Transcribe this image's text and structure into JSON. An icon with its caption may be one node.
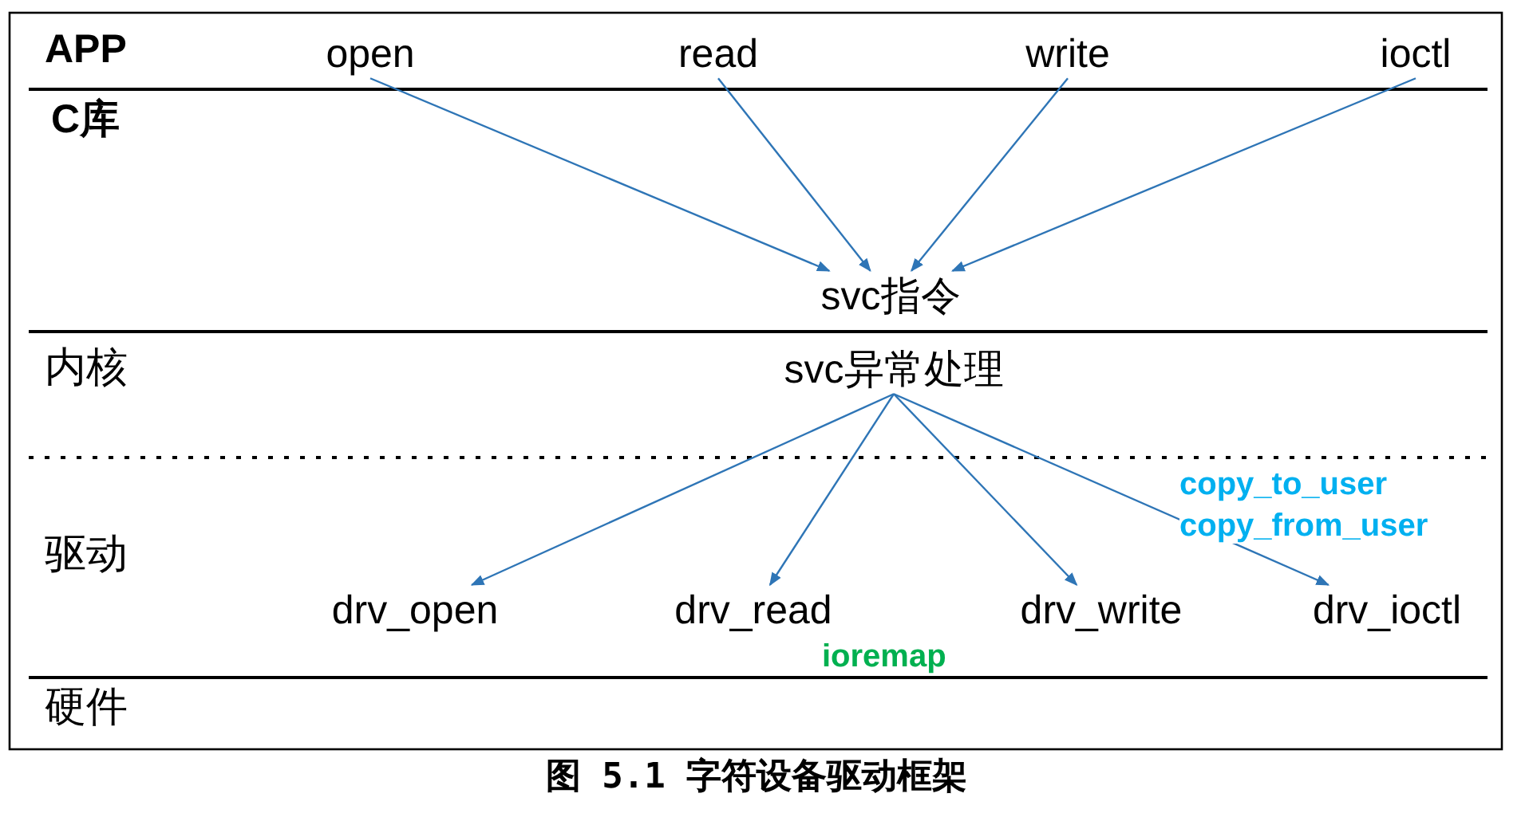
{
  "diagram": {
    "caption": "图 5.1 字符设备驱动框架",
    "nodes": [
      {
        "text": [
          "open"
        ]
      },
      {
        "text": [
          "read"
        ]
      },
      {
        "text": [
          "write"
        ]
      },
      {
        "text": [
          "ioctl"
        ]
      },
      {
        "text": [
          "svc指令"
        ]
      },
      {
        "text": [
          "svc异常处理"
        ]
      },
      {
        "text": [
          "drv_open"
        ]
      },
      {
        "text": [
          "drv_read"
        ]
      },
      {
        "text": [
          "drv_write"
        ]
      },
      {
        "text": [
          "drv_ioctl"
        ]
      }
    ],
    "edges": [
      {
        "from": 0,
        "to": 4,
        "arrow": "to"
      },
      {
        "from": 1,
        "to": 4,
        "arrow": "to"
      },
      {
        "from": 2,
        "to": 4,
        "arrow": "to"
      },
      {
        "from": 3,
        "to": 4,
        "arrow": "to"
      },
      {
        "from": 5,
        "to": 6,
        "arrow": "to"
      },
      {
        "from": 5,
        "to": 7,
        "arrow": "to"
      },
      {
        "from": 5,
        "to": 8,
        "arrow": "to"
      },
      {
        "from": 5,
        "to": 9,
        "arrow": "to"
      }
    ],
    "labels": [
      "APP",
      "C库",
      "内核",
      "驱动",
      "copy_to_user",
      "copy_from_user",
      "ioremap",
      "硬件"
    ]
  }
}
